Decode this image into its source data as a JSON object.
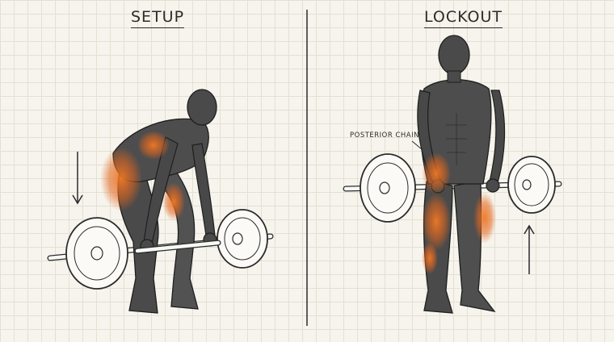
{
  "panels": {
    "setup": {
      "title": "SETUP"
    },
    "lockout": {
      "title": "LOCKOUT",
      "annotation": "POSTERIOR CHAIN"
    }
  },
  "colors": {
    "grid_background": "#f6f4ec",
    "grid_lines": "#e3e0d4",
    "figure": "#4a4a4a",
    "figure_outline": "#1e1e1e",
    "highlight": "#e2661f",
    "ink": "#2b2b2b"
  },
  "icons": [
    "arrow-down-icon",
    "arrow-up-icon"
  ]
}
